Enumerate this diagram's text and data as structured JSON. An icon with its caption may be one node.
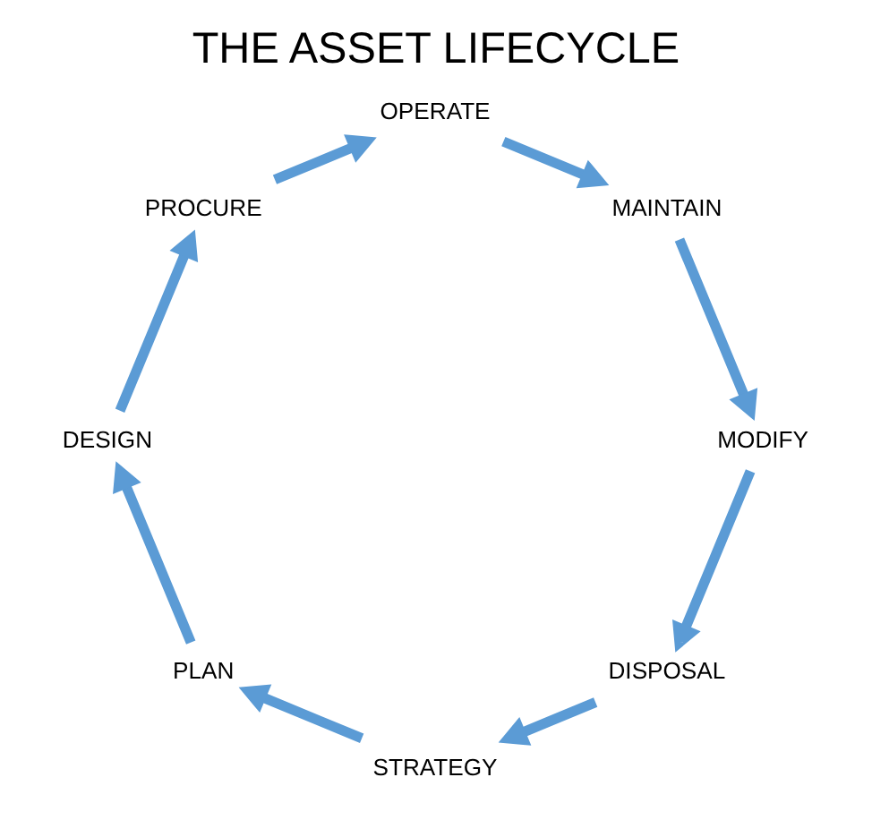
{
  "diagram": {
    "title": "THE ASSET LIFECYCLE",
    "nodes": [
      {
        "text": [
          "DISPOSAL"
        ]
      },
      {
        "text": [
          "STRATEGY"
        ]
      },
      {
        "text": [
          "MODIFY"
        ]
      },
      {
        "text": [
          "PLAN"
        ]
      },
      {
        "text": [
          "DESIGN"
        ]
      },
      {
        "text": [
          "MAINTAIN"
        ]
      },
      {
        "text": [
          "OPERATE"
        ]
      },
      {
        "text": [
          "PROCURE"
        ]
      }
    ],
    "edges": [
      {
        "from": 0,
        "to": 1,
        "arrow": "to"
      },
      {
        "from": 1,
        "to": 3,
        "arrow": "to"
      },
      {
        "from": 3,
        "to": 4,
        "arrow": "to"
      },
      {
        "from": 4,
        "to": 7,
        "arrow": "to"
      },
      {
        "from": 7,
        "to": 6,
        "arrow": "to"
      },
      {
        "from": 6,
        "to": 5,
        "arrow": "to"
      },
      {
        "from": 5,
        "to": 2,
        "arrow": "to"
      },
      {
        "from": 2,
        "to": 0,
        "arrow": "to"
      }
    ]
  }
}
